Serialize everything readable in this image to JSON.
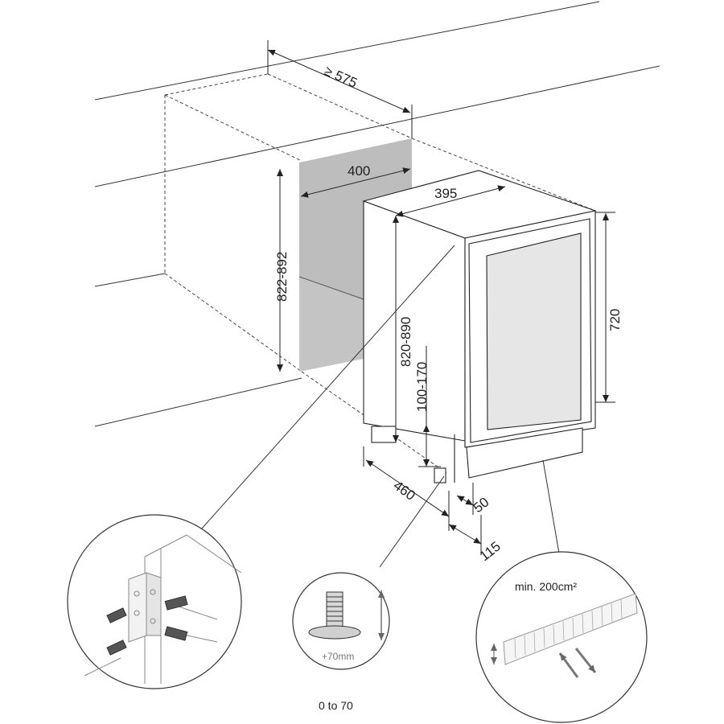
{
  "dimensions": {
    "niche_depth": "≥ 575",
    "niche_width": "400",
    "niche_height": "822-892",
    "unit_width": "395",
    "unit_height": "820-890",
    "door_height": "720",
    "plinth_height": "100-170",
    "unit_depth": "460",
    "door_offset": "50",
    "door_open_depth": "115"
  },
  "details": {
    "foot_adjust": "+70mm",
    "foot_range": "0 to 70",
    "ventilation": "min. 200cm²"
  },
  "colors": {
    "line": "#222222",
    "panel": "#bdbdbd",
    "detail": "#888888"
  }
}
